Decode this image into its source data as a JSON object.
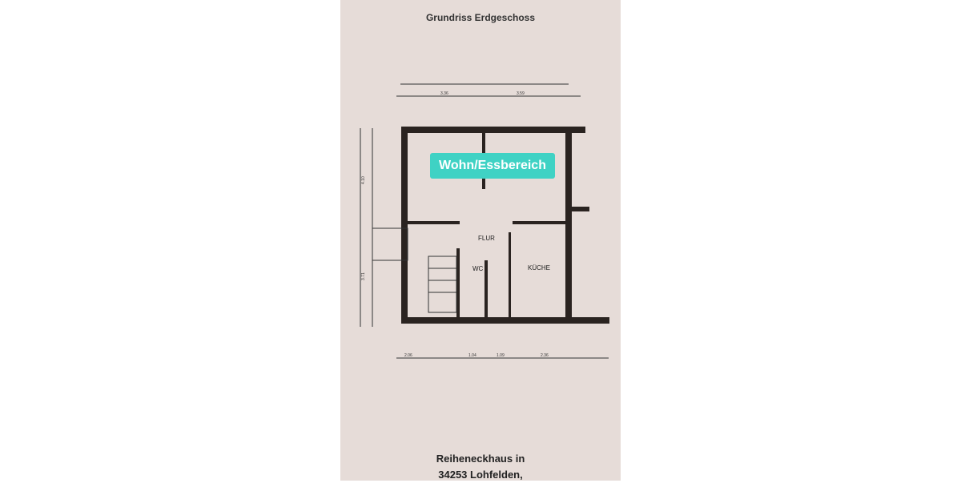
{
  "title": "Grundriss Erdgeschoss",
  "highlight_label": "Wohn/Essbereich",
  "highlight_color": "#3fd2c4",
  "rooms": {
    "flur": "FLUR",
    "wc": "WC",
    "kueche": "KÜCHE"
  },
  "dimensions": {
    "top": [
      "3.36",
      "3.59"
    ],
    "bottom": [
      "2.06",
      "1.04",
      "1.09",
      "2.36"
    ],
    "left": [
      "4.10",
      "3.71"
    ]
  },
  "caption": [
    "Reiheneckhaus in",
    "34253 Lohfelden,"
  ]
}
